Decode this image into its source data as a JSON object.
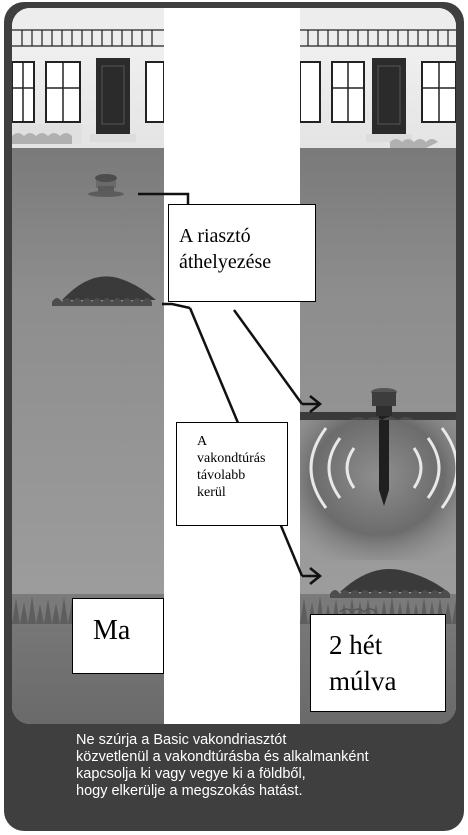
{
  "labels": {
    "relocate": [
      "A riasztó",
      "áthelyezése"
    ],
    "molehill_moves": [
      "A",
      "vakondtúrás",
      "távolabb",
      "kerül"
    ],
    "today": "Ma",
    "two_weeks": [
      "2 hét",
      "múlva"
    ]
  },
  "caption": [
    "Ne szúrja a Basic vakondriasztót",
    "közvetlenül a vakondtúrásba és alkalmanként",
    "kapcsolja ki vagy vegye ki a földből,",
    "hogy elkerülje a megszokás hatást."
  ],
  "colors": {
    "frame": "#3f3f3f",
    "lawn": "#8c8c8c",
    "text_light": "#ffffff",
    "label_bg": "#ffffff"
  }
}
